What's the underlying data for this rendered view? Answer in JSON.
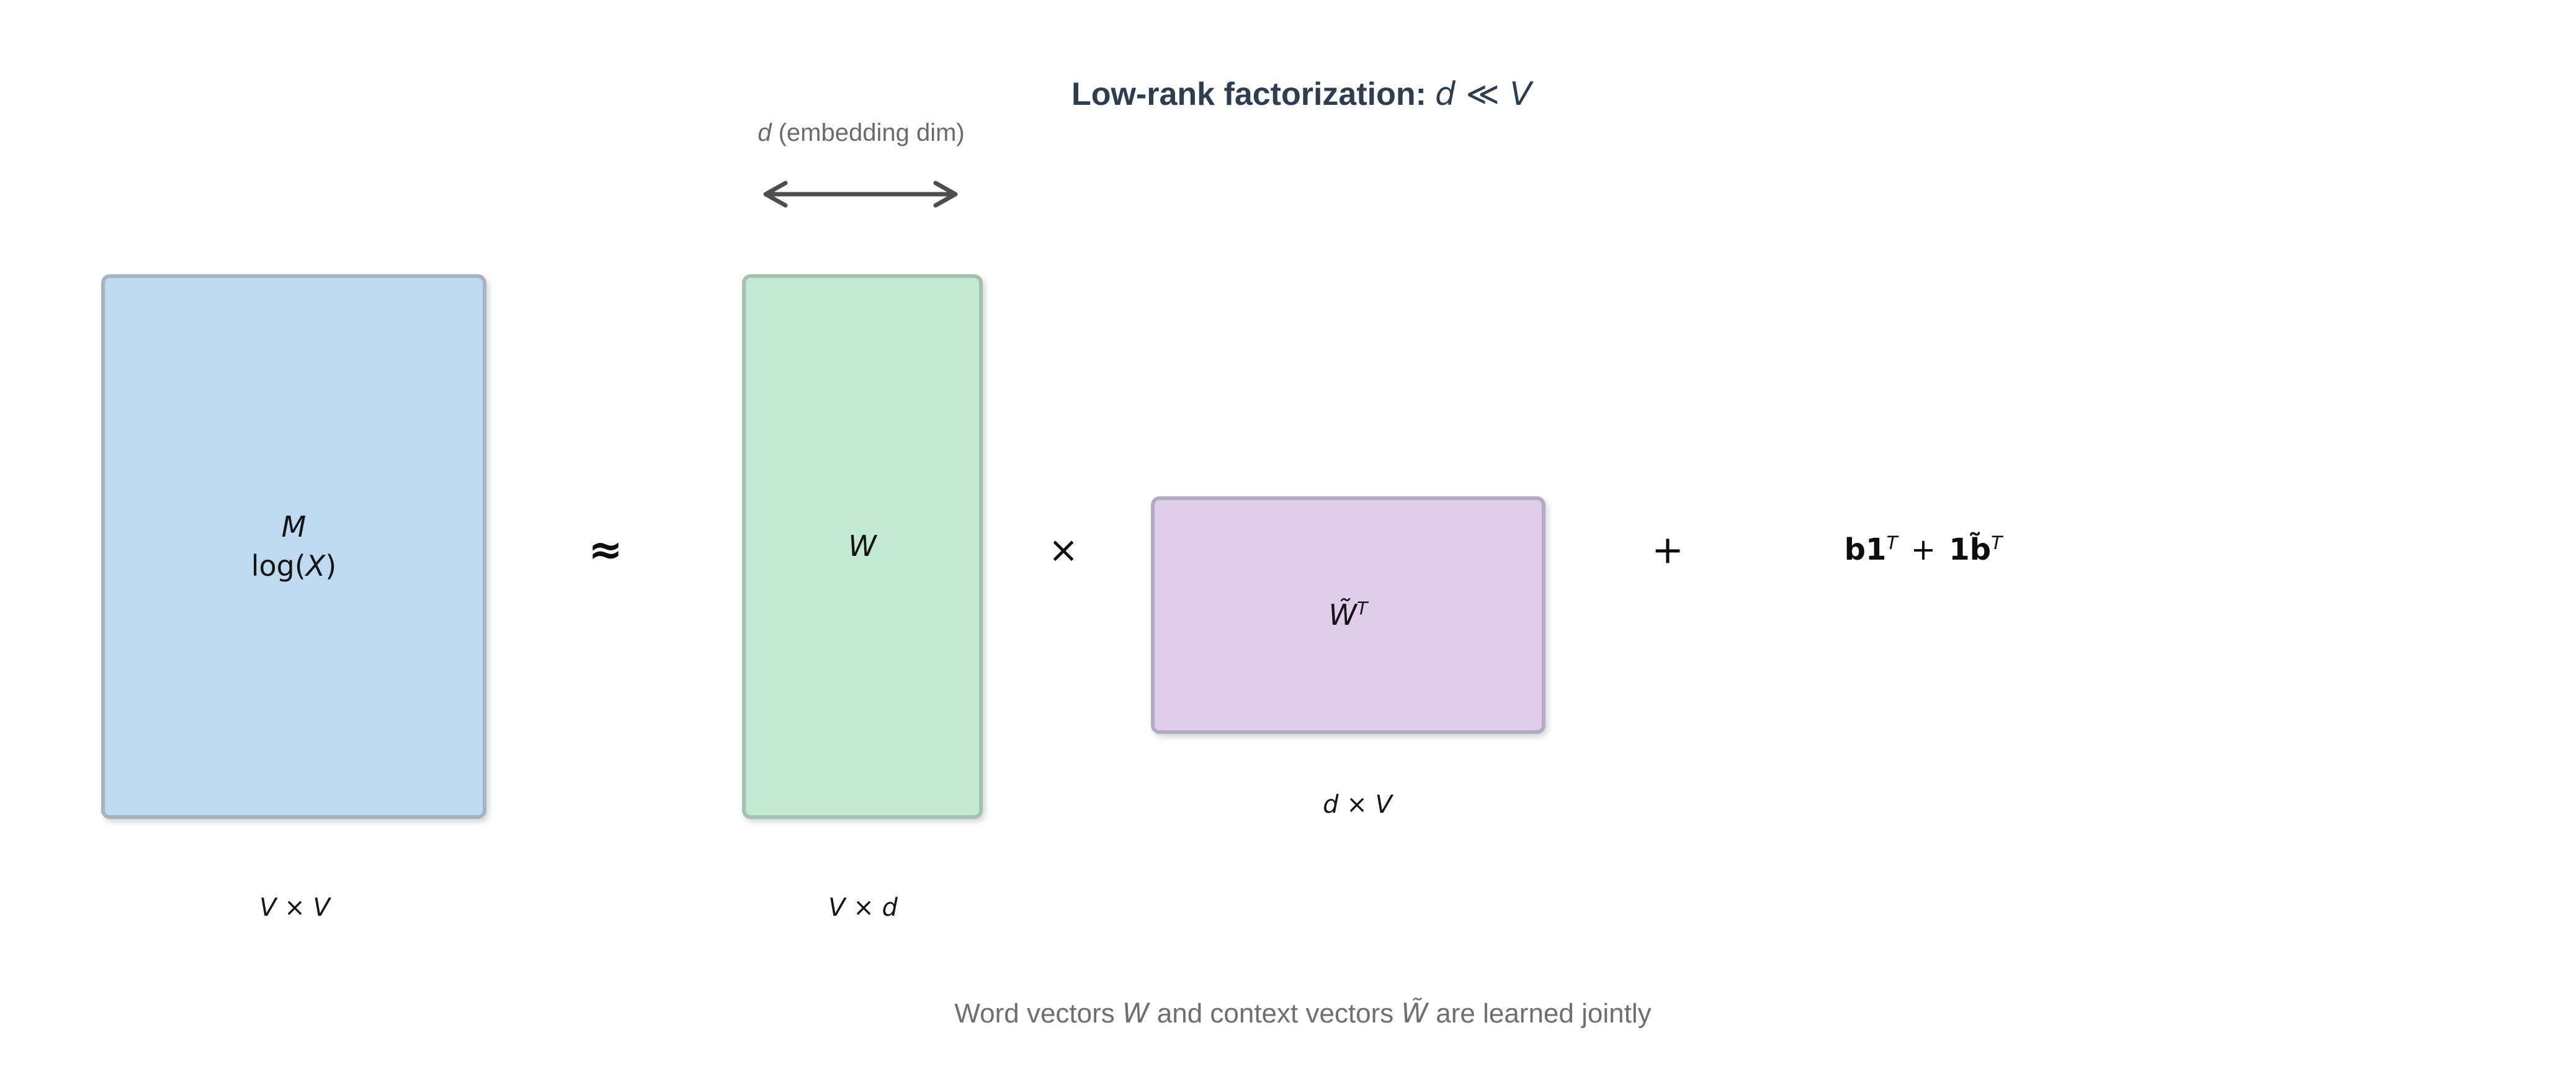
{
  "title": {
    "prefix": "Low-rank factorization:",
    "d": "d",
    "rel": " ≪ ",
    "v": "V"
  },
  "embedding_dim": {
    "d": "d",
    "rest": " (embedding dim)"
  },
  "matrices": {
    "m": {
      "line1": "M",
      "line2_prefix": "log(",
      "line2_var": "X",
      "line2_suffix": ")",
      "dim": "V × V",
      "fill": "#bddaf1",
      "border": "#a7b3bf"
    },
    "w": {
      "label": "W",
      "dim": "V × d",
      "fill": "#c2ead2",
      "border": "#a3c0b1"
    },
    "w_tilde_t": {
      "base": "W̃",
      "sup": "T",
      "dim": "d × V",
      "fill": "#dfcdea",
      "border": "#b2abc2"
    }
  },
  "operators": {
    "approx": "≈",
    "times": "×",
    "plus": "+"
  },
  "bias": {
    "term1": "b1",
    "sup1": "T",
    "plus": " + ",
    "term2": "1b̃",
    "sup2": "T"
  },
  "caption": {
    "p1": "Word vectors ",
    "w": "W",
    "p2": " and context vectors ",
    "wt": "W̃",
    "p3": " are learned jointly"
  },
  "colors": {
    "title": "#2d3e50",
    "annotation_gray": "#6b6b6b",
    "caption_gray": "#6f6f6f",
    "arrow": "#4d4d4d",
    "text": "#141414"
  }
}
